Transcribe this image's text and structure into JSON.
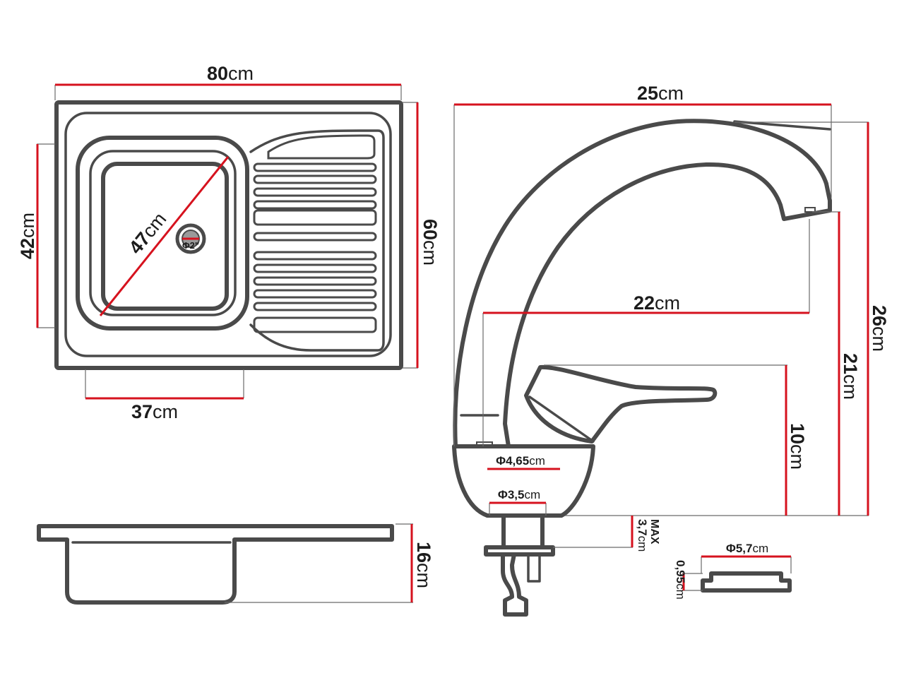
{
  "dimensions": {
    "sink_width": {
      "value": "80",
      "unit": "cm"
    },
    "sink_depth": {
      "value": "60",
      "unit": "cm"
    },
    "bowl_depth": {
      "value": "42",
      "unit": "cm"
    },
    "bowl_width": {
      "value": "37",
      "unit": "cm"
    },
    "bowl_diagonal": {
      "value": "47",
      "unit": "cm"
    },
    "drain_diameter": {
      "value": "Φ2\""
    },
    "sink_height": {
      "value": "16",
      "unit": "cm"
    },
    "tap_reach": {
      "value": "25",
      "unit": "cm"
    },
    "spout_reach": {
      "value": "22",
      "unit": "cm"
    },
    "tap_height": {
      "value": "26",
      "unit": "cm"
    },
    "spout_height": {
      "value": "21",
      "unit": "cm"
    },
    "lever_height": {
      "value": "10",
      "unit": "cm"
    },
    "base_diameter": {
      "value": "Φ4,65",
      "unit": "cm"
    },
    "hole_diameter": {
      "value": "Φ3,5",
      "unit": "cm"
    },
    "max_thickness": {
      "prefix": "MAX",
      "value": "3,7",
      "unit": "cm"
    },
    "washer_diameter": {
      "value": "Φ5,7",
      "unit": "cm"
    },
    "washer_height": {
      "value": "0,95",
      "unit": "cm"
    }
  },
  "colors": {
    "dimension_line": "#d6121e",
    "outline": "#4a4a4a",
    "text": "#1c1c1c"
  }
}
